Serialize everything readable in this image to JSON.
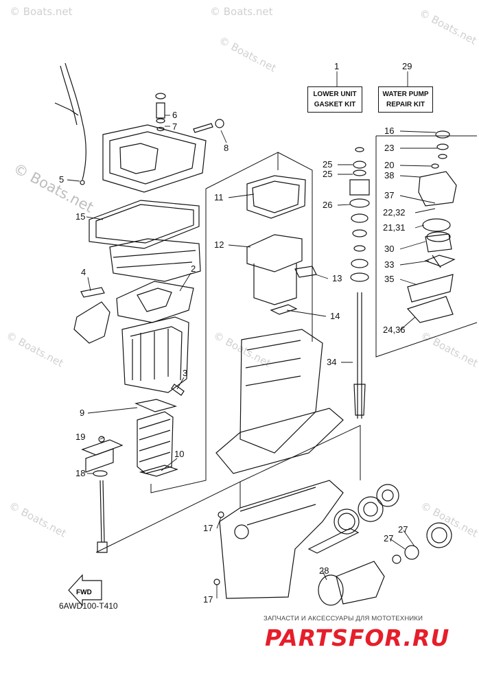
{
  "diagram": {
    "code": "6AWD100-T410",
    "fwd_label": "FWD",
    "watermark": "© Boats.net",
    "kits": [
      {
        "ref": "1",
        "line1": "LOWER UNIT",
        "line2": "GASKET KIT"
      },
      {
        "ref": "29",
        "line1": "WATER PUMP",
        "line2": "REPAIR KIT"
      }
    ],
    "callouts": [
      "1",
      "29",
      "6",
      "7",
      "8",
      "5",
      "16",
      "23",
      "25",
      "25",
      "20",
      "38",
      "11",
      "37",
      "26",
      "22,32",
      "15",
      "21,31",
      "12",
      "30",
      "33",
      "4",
      "2",
      "13",
      "35",
      "14",
      "24,36",
      "34",
      "3",
      "9",
      "19",
      "10",
      "18",
      "17",
      "27",
      "27",
      "28",
      "17"
    ],
    "shop": {
      "subtitle": "ЗАПЧАСТИ И АКСЕССУАРЫ ДЛЯ МОТОТЕХНИКИ",
      "logo": "PARTSFOR.RU"
    }
  },
  "colors": {
    "line": "#111111",
    "watermark": "#cccccc",
    "brand": "#e61e2a"
  }
}
